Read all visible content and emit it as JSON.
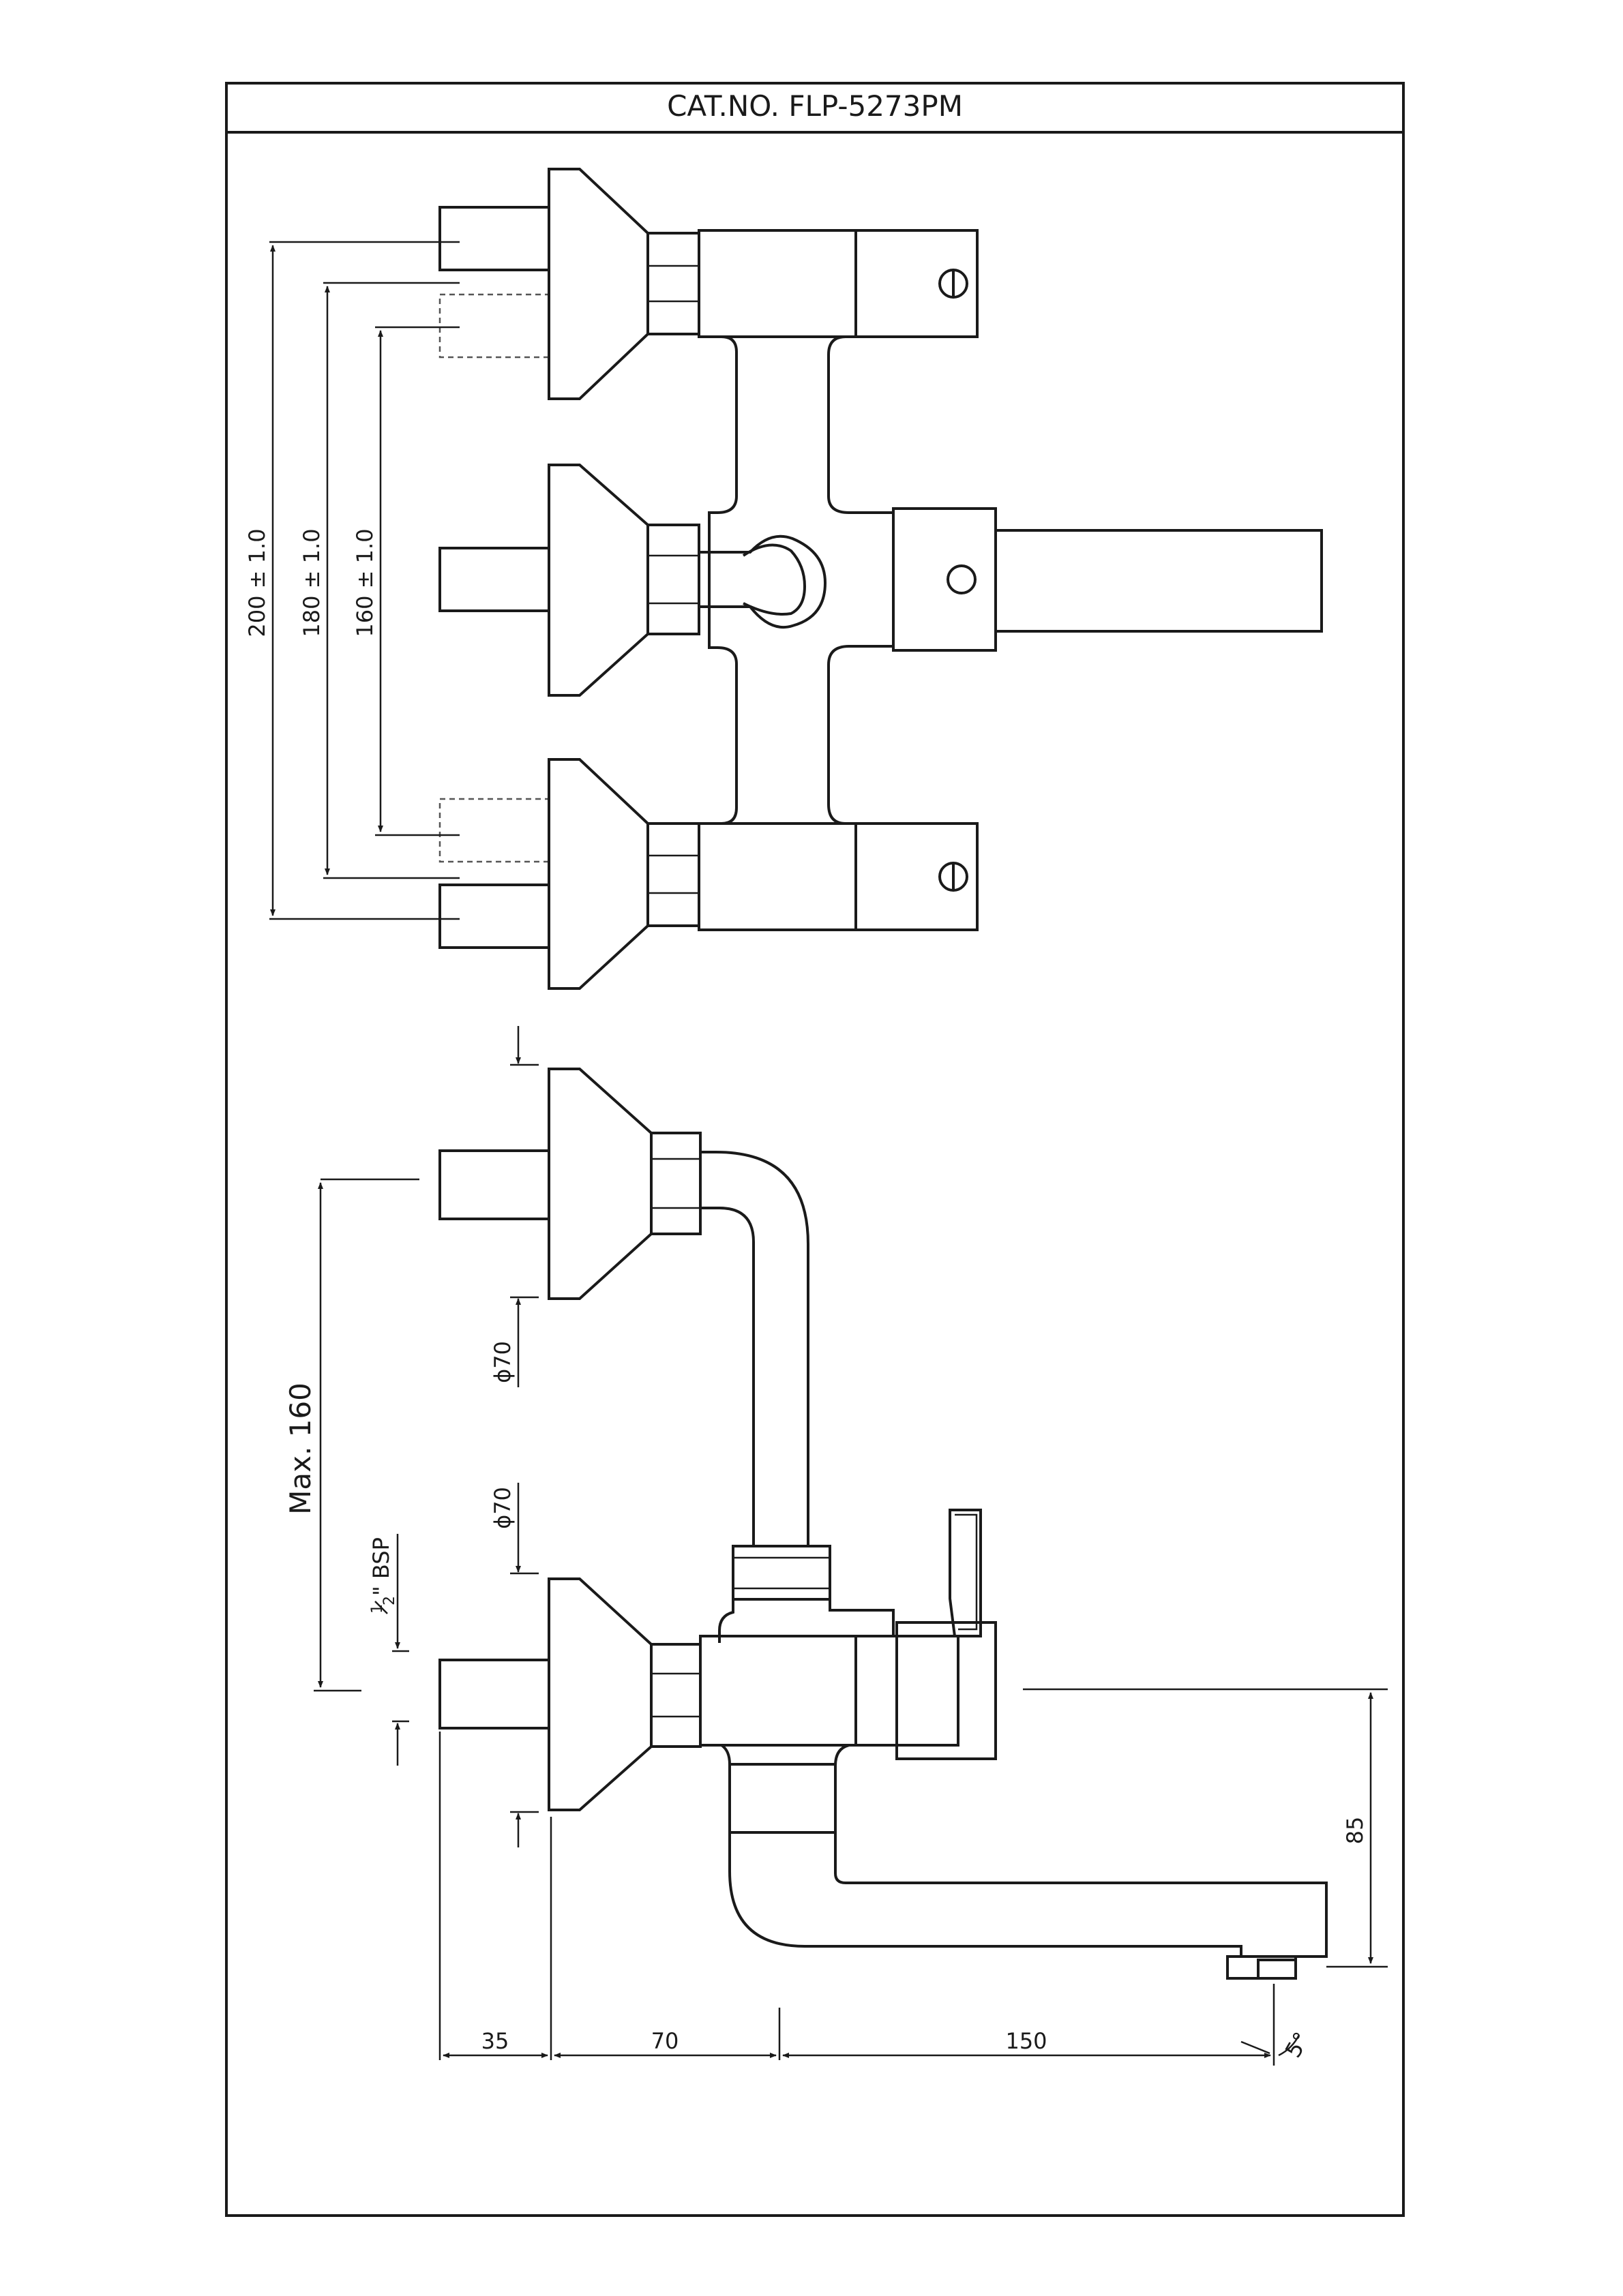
{
  "title": "CAT.NO. FLP-5273PM",
  "top_view": {
    "dim_outer": "200 ± 1.0",
    "dim_middle": "180 ± 1.0",
    "dim_inner": "160 ± 1.0"
  },
  "side_view": {
    "dim_max": "Max. 160",
    "dim_phi_upper": "ϕ70",
    "dim_phi_lower": "ϕ70",
    "dim_bsp_num": "1",
    "dim_bsp_den": "2",
    "dim_bsp_suffix": "\" BSP",
    "dim_35": "35",
    "dim_70": "70",
    "dim_150": "150",
    "dim_85": "85",
    "dim_angle": "5°"
  }
}
